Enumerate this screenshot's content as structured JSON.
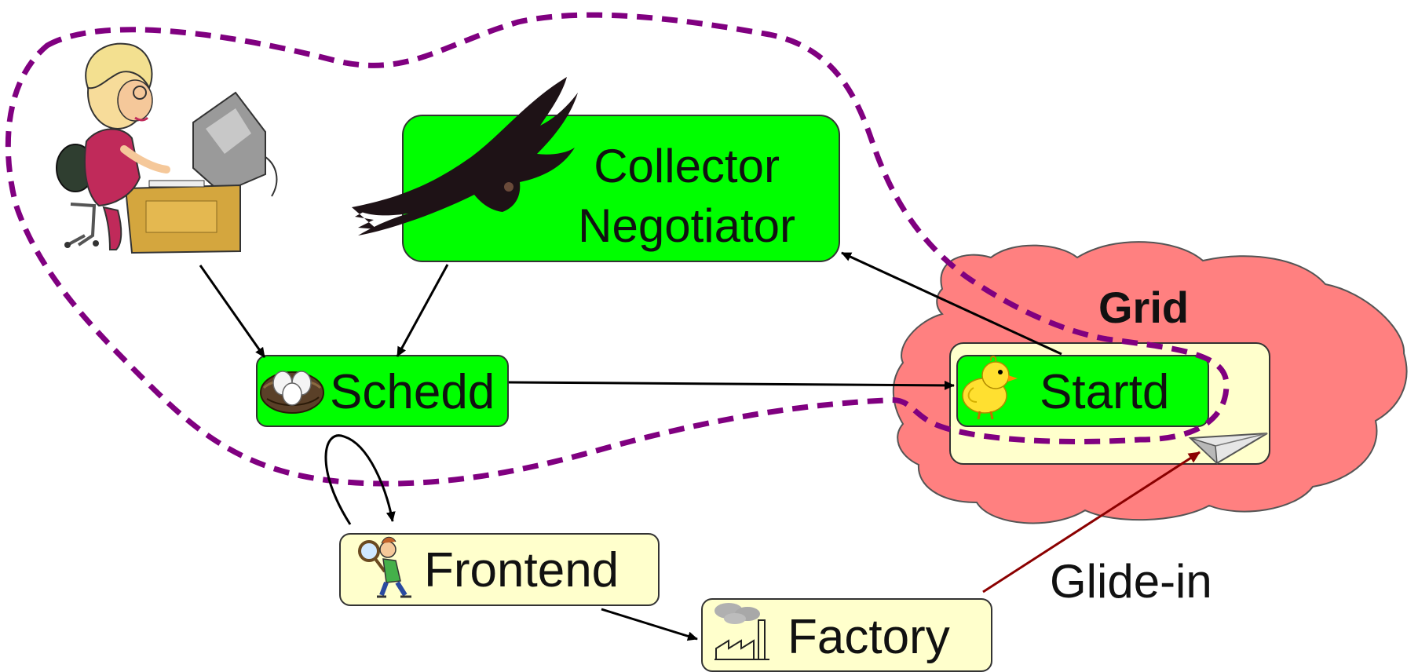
{
  "nodes": {
    "collector": {
      "line1": "Collector",
      "line2": "Negotiator",
      "icon": "vulture-icon"
    },
    "schedd": {
      "label": "Schedd",
      "icon": "nest-eggs-icon"
    },
    "frontend": {
      "label": "Frontend",
      "icon": "detective-magnifier-icon"
    },
    "factory": {
      "label": "Factory",
      "icon": "factory-icon"
    },
    "startd": {
      "label": "Startd",
      "icon": "chick-icon"
    },
    "glidein": {
      "icon": "paper-plane-icon"
    },
    "user": {
      "icon": "user-at-computer-icon"
    }
  },
  "grid": {
    "label": "Grid",
    "color": "#ff8080"
  },
  "glidein_label": "Glide-in",
  "colors": {
    "green_box": "#00ff00",
    "cream_box": "#ffffcc",
    "dashed_boundary": "#800080",
    "glidein_arrow": "#8b0000"
  }
}
